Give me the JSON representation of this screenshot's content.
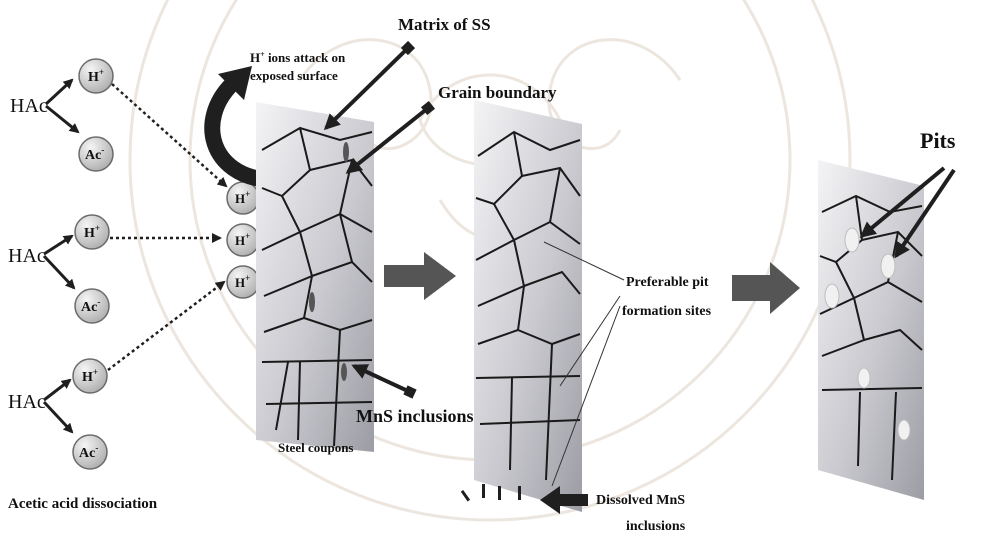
{
  "colors": {
    "background": "#ffffff",
    "ion_fill": "#d6d6d6",
    "ion_stroke": "#6b6b6b",
    "arrow": "#1f1f1f",
    "process_arrow": "#555555",
    "watermark": "#c9b8a6",
    "grain_line": "#1a1a1a"
  },
  "icons": {
    "watermark": "university-seal-watermark",
    "process_arrow": "thick-right-arrow-icon",
    "attack_arrow": "curved-arrow-icon"
  },
  "dissociation": {
    "reactant": "HAc",
    "cation": "H",
    "cation_charge": "+",
    "anion": "Ac",
    "anion_charge": "-",
    "caption": "Acetic acid dissociation"
  },
  "labels": {
    "attack_line1": "ions attack on",
    "attack_line2": "exposed surface",
    "matrix": "Matrix of SS",
    "grain_boundary": "Grain boundary",
    "mns_inclusions": "MnS inclusions",
    "steel_coupons": "Steel coupons",
    "preferable_line1": "Preferable pit",
    "preferable_line2": "formation sites",
    "dissolved_line1": "Dissolved MnS",
    "dissolved_line2": "inclusions",
    "pits": "Pits"
  }
}
